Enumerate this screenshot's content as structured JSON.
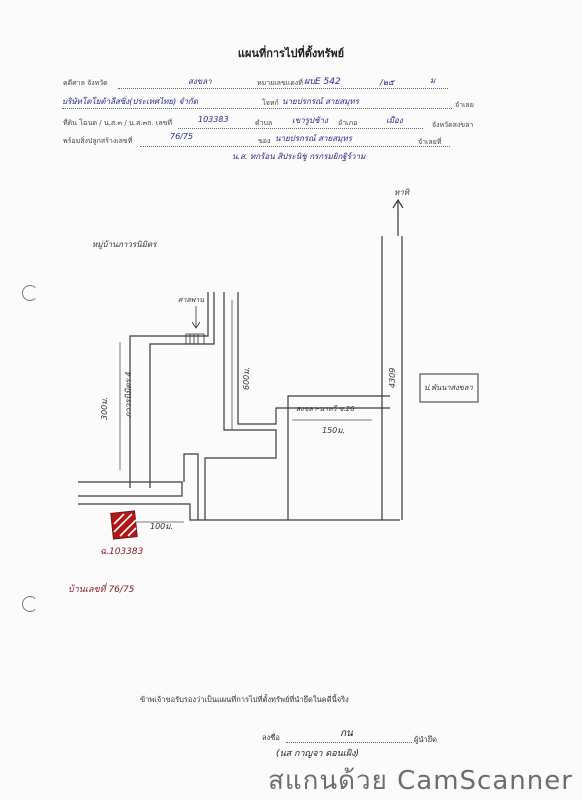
{
  "title": "แผนที่การไปที่ตั้งทรัพย์",
  "form": {
    "case_label": "คดีศาล จังหวัด",
    "court_value": "สงขลา",
    "black_no_label": "หมายเลขแดงที่",
    "black_no_value": "ผบE 542",
    "year_value": "/๒๕",
    "year_suffix": "ม",
    "plaintiff_value": "บริษัทโตโยต้าลีสซิ่ง(ประเทศไทย) จำกัด",
    "plaintiff_label": "โจทก์",
    "defendant_value": "นายปรกรณ์ สายสมุทร",
    "defendant_label": "จำเลย",
    "land_label": "ที่ดิน โฉนด / น.ส.๓ / น.ส.๓ก. เลขที่",
    "land_no_value": "103383",
    "subdistrict_label": "ตำบล",
    "subdistrict_value": "เขารูปช้าง",
    "district_label": "อำเภอ",
    "district_value": "เมือง",
    "province_label": "จังหวัดสงขลา",
    "house_label": "พร้อมสิ่งปลูกสร้างเลขที่",
    "house_no_value": "76/75",
    "owner_label": "ของ",
    "owner_value": "นายปรกรณ์ สายสมุทร",
    "owner_suffix": "จำเลยที่",
    "note_value": "น.ส. ทกร้อน   สิประนิชู  กรกรมยิกฐิร์วาม"
  },
  "map": {
    "village_label": "หมู่บ้านภาวรนิมิตร",
    "north_label": "หาทิ",
    "shrine_label": "ศาลพาน",
    "road_vertical_label": "ภาวรนิมิตร 4",
    "dist_300": "300ม.",
    "dist_600": "600ม.",
    "dist_150": "150ม.",
    "dist_100": "100ม.",
    "road_branch_label": "สงขลา-นาทวี ซ.26",
    "highway_label": "4309",
    "landmark_label": "ป.พันนาสงขลา",
    "parcel_label": "ฉ.103383",
    "house_label": "บ้านเลขที่ 76/75"
  },
  "footer": {
    "certify_text": "ข้าพเจ้าขอรับรองว่าเป็นแผนที่การไปที่ตั้งทรัพย์ที่นำยึดในคดีนี้จริง",
    "sign_label": "ลงชื่อ",
    "sign_value": "กน",
    "sign_role": "ผู้นำยึด",
    "signer_name": "(นส กาญจา ดอนเผิง)"
  },
  "watermark": "สแกนด้วย CamScanner",
  "colors": {
    "ink_blue": "#2a2a8a",
    "ink_red": "#8a1a2a",
    "map_line": "#3a3a3a"
  }
}
